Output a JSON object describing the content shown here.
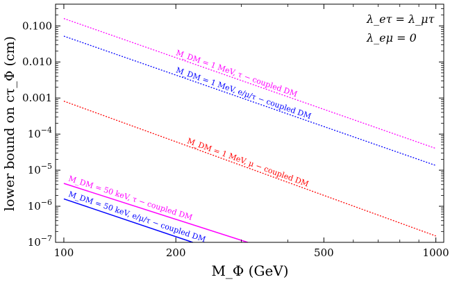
{
  "chart_data": {
    "type": "line",
    "title": "",
    "xlabel": "M_Φ (GeV)",
    "ylabel": "lower bound on cτ_Φ (cm)",
    "xscale": "log",
    "yscale": "log",
    "xlim": [
      95,
      1050
    ],
    "ylim": [
      1e-07,
      0.4
    ],
    "x_ticks": [
      {
        "value": 100,
        "label": "100"
      },
      {
        "value": 200,
        "label": "200"
      },
      {
        "value": 500,
        "label": "500"
      },
      {
        "value": 1000,
        "label": "1000"
      }
    ],
    "y_ticks": [
      {
        "value": 1e-07,
        "base": "10",
        "exp": "−7"
      },
      {
        "value": 1e-06,
        "base": "10",
        "exp": "−6"
      },
      {
        "value": 1e-05,
        "base": "10",
        "exp": "−5"
      },
      {
        "value": 0.0001,
        "base": "10",
        "exp": "−4"
      },
      {
        "value": 0.001,
        "base": "0.001",
        "exp": ""
      },
      {
        "value": 0.01,
        "base": "0.010",
        "exp": ""
      },
      {
        "value": 0.1,
        "base": "0.100",
        "exp": ""
      }
    ],
    "grid": false,
    "annotations": [
      "λ_eτ = λ_μτ",
      "λ_eμ = 0"
    ],
    "series": [
      {
        "label": "M_DM = 1 MeV, τ − coupled DM",
        "color": "#ff00ff",
        "dash": "dotted",
        "x": [
          100,
          1000
        ],
        "y": [
          0.16,
          4e-05
        ]
      },
      {
        "label": "M_DM = 1 MeV, e/μ/τ − coupled DM",
        "color": "#0000ff",
        "dash": "dotted",
        "x": [
          100,
          1000
        ],
        "y": [
          0.052,
          1.35e-05
        ]
      },
      {
        "label": "M_DM = 1 MeV, μ − coupled DM",
        "color": "#ff0000",
        "dash": "dotted",
        "x": [
          100,
          1000
        ],
        "y": [
          0.00082,
          1.5e-07
        ]
      },
      {
        "label": "M_DM = 50 keV, τ − coupled DM",
        "color": "#ff00ff",
        "dash": "solid",
        "x": [
          100,
          312
        ],
        "y": [
          4.3e-06,
          1e-07
        ]
      },
      {
        "label": "M_DM = 50 keV, e/μ/τ − coupled DM",
        "color": "#0000ff",
        "dash": "solid",
        "x": [
          100,
          222
        ],
        "y": [
          1.6e-06,
          1e-07
        ]
      }
    ]
  }
}
